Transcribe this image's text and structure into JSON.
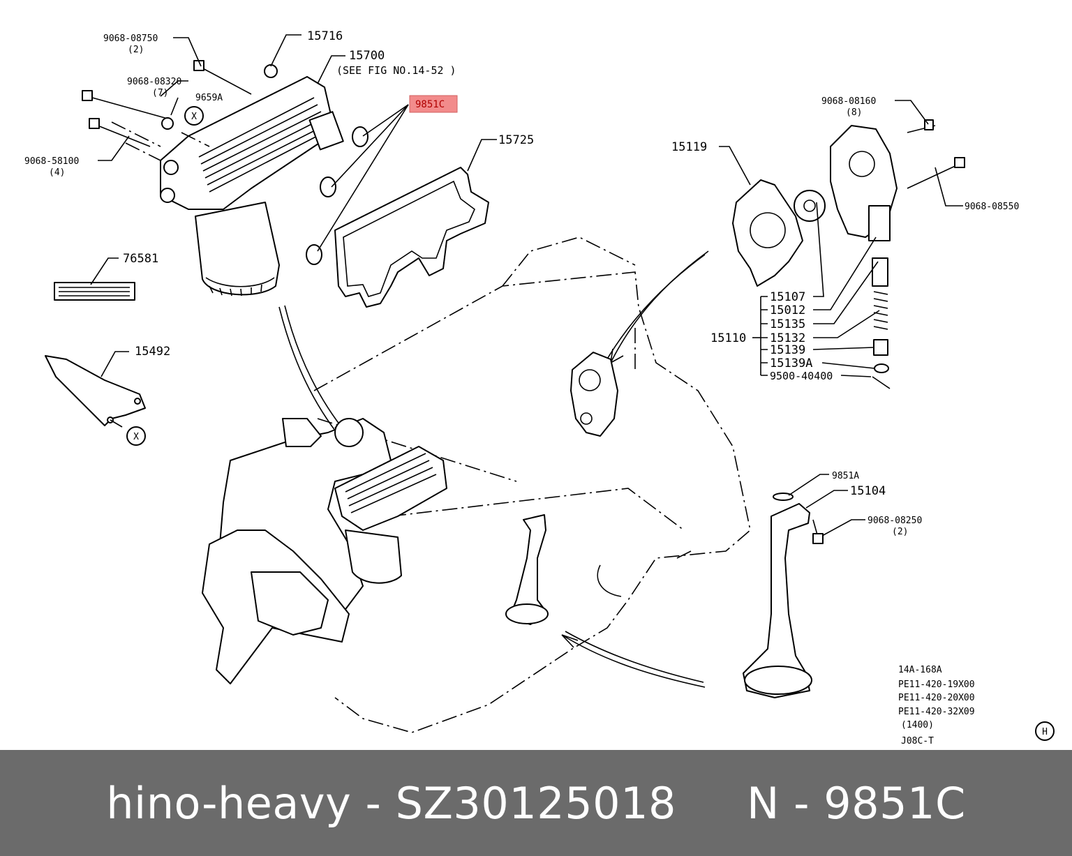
{
  "callouts": {
    "c_9068_08750": "9068-08750",
    "c_9068_08750_qty": "(2)",
    "c_15716": "15716",
    "c_15700": "15700",
    "c_15700_note": "(SEE FIG NO.14-52 )",
    "c_9068_08320": "9068-08320",
    "c_9068_08320_qty": "(7)",
    "c_9659A": "9659A",
    "c_x_top": "X",
    "c_9068_58100": "9068-58100",
    "c_9068_58100_qty": "(4)",
    "c_9851C": "9851C",
    "c_15725": "15725",
    "c_76581": "76581",
    "c_15492": "15492",
    "c_x_bottom": "X",
    "c_15119": "15119",
    "c_9068_08160": "9068-08160",
    "c_9068_08160_qty": "(8)",
    "c_9068_08550": "9068-08550",
    "c_15107": "15107",
    "c_15012": "15012",
    "c_15135": "15135",
    "c_15110": "15110",
    "c_15132": "15132",
    "c_15139": "15139",
    "c_15139A": "15139A",
    "c_9500_40400": "9500-40400",
    "c_9851A": "9851A",
    "c_15104": "15104",
    "c_9068_08250": "9068-08250",
    "c_9068_08250_qty": "(2)",
    "c_h": "H"
  },
  "info_block": {
    "line1": "14A-168A",
    "line2": "PE11-420-19X00",
    "line3": "PE11-420-20X00",
    "line4": "PE11-420-32X09",
    "line5": "(1400)",
    "line6": "J08C-T"
  },
  "highlight": {
    "part_number": "9851C",
    "color": "#f28b8b"
  },
  "caption": {
    "text": "hino-heavy - SZ30125018     N - 9851C",
    "bar_color": "#6b6b6b"
  }
}
